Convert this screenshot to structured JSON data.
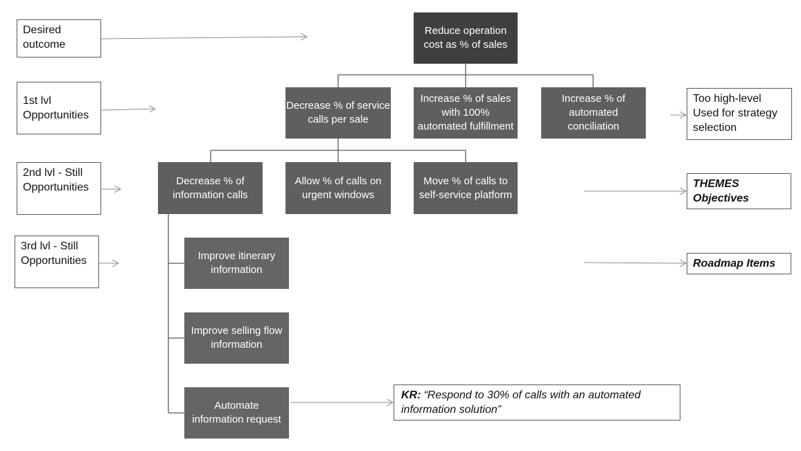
{
  "levels": {
    "desired": [
      "Desired",
      "outcome"
    ],
    "lvl1": [
      "1st lvl",
      "Opportunities"
    ],
    "lvl2": [
      "2nd lvl - Still",
      "Opportunities"
    ],
    "lvl3": [
      "3rd lvl - Still",
      "Opportunities"
    ]
  },
  "nodes": {
    "root": [
      "Reduce operation",
      "cost as % of sales"
    ],
    "l1a": [
      "Decrease % of service",
      "calls per sale"
    ],
    "l1b": [
      "Increase % of sales",
      "with 100%",
      "automated fulfillment"
    ],
    "l1c": [
      "Increase % of",
      "automated",
      "conciliation"
    ],
    "l2a": [
      "Decrease % of",
      "information calls"
    ],
    "l2b": [
      "Allow % of calls on",
      "urgent windows"
    ],
    "l2c": [
      "Move % of calls to",
      "self-service platform"
    ],
    "l3a": [
      "Improve itinerary",
      "information"
    ],
    "l3b": [
      "Improve selling flow",
      "information"
    ],
    "l3c": [
      "Automate",
      "information request"
    ]
  },
  "notes": {
    "toohigh": [
      "Too high-level",
      "Used for strategy",
      "selection"
    ],
    "themes": [
      "THEMES",
      "Objectives"
    ],
    "roadmap": [
      "Roadmap Items"
    ],
    "kr_prefix": "KR:",
    "kr": [
      "“Respond to 30% of calls with an automated",
      "information solution”"
    ]
  },
  "colors": {
    "root_fill": "#3f3f3f",
    "node_fill": "#5f5f5f",
    "connector": "#595959",
    "arrow": "#8c8c8c"
  }
}
